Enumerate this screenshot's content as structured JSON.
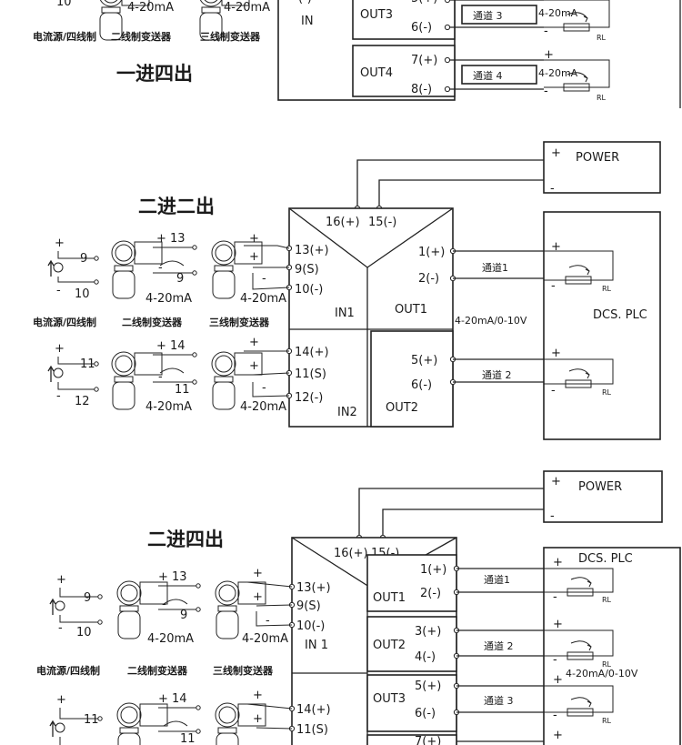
{
  "colors": {
    "line": "#222222",
    "background": "#ffffff",
    "text": "#1a1a1a"
  },
  "labels": {
    "current_source": "电流源/四线制",
    "two_wire": "二线制变送器",
    "three_wire": "三线制变送器",
    "ma": "4-20mA",
    "ma_out": "4-20mA/0-10V",
    "in": "IN",
    "in1": "IN1",
    "in2": "IN2",
    "in1_sp": "IN 1",
    "power": "POWER",
    "dcs": "DCS. PLC",
    "rl": "RL",
    "plus": "+",
    "minus": "-",
    "ch1": "通道1",
    "ch2": "通道 2",
    "ch3": "通道 3",
    "ch4": "通道 4",
    "out1": "OUT1",
    "out2": "OUT2",
    "out3": "OUT3",
    "out4": "OUT4",
    "pin_15": "15(-)",
    "pin_16": "16(+)",
    "pin_1": "1(+)",
    "pin_2": "2(-)",
    "pin_3": "3(+)",
    "pin_4": "4(-)",
    "pin_5": "5(+)",
    "pin_6": "6(-)",
    "pin_7": "7(+)",
    "pin_8": "8(-)",
    "pin_9s": "9(S)",
    "pin_10": "10(-)",
    "pin_11s": "11(S)",
    "pin_12": "12(-)",
    "pin_13": "13(+)",
    "pin_14": "14(+)",
    "n9": "9",
    "n10": "10",
    "n11": "11",
    "n12": "12",
    "p13": "+ 13",
    "p14": "+ 14"
  },
  "sections": {
    "s1_title": "一进四出",
    "s2_title": "二进二出",
    "s3_title": "二进四出"
  }
}
